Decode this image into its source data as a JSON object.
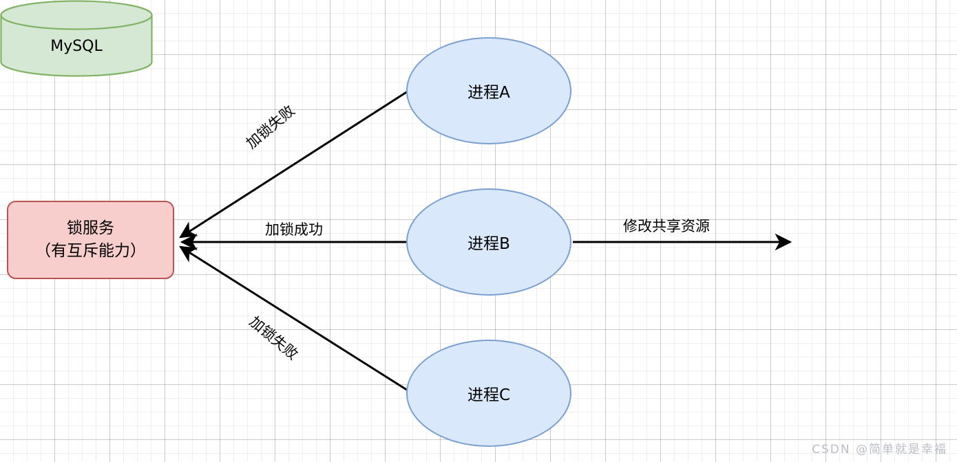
{
  "diagram": {
    "title": "distributed-lock-flow",
    "nodes": {
      "lock_service": {
        "line1": "锁服务",
        "line2": "（有互斥能力）",
        "fill": "#f8cecc",
        "stroke": "#b85450"
      },
      "process_a": {
        "label": "进程A",
        "fill": "#dae8fc",
        "stroke": "#7b9fd0"
      },
      "process_b": {
        "label": "进程B",
        "fill": "#dae8fc",
        "stroke": "#7b9fd0"
      },
      "process_c": {
        "label": "进程C",
        "fill": "#dae8fc",
        "stroke": "#7b9fd0"
      },
      "database": {
        "label": "MySQL",
        "fill": "#d5e8d4",
        "stroke": "#82b366"
      }
    },
    "edges": [
      {
        "id": "a-to-lock",
        "label": "加锁失败",
        "from": "process_a",
        "to": "lock_service"
      },
      {
        "id": "b-to-lock",
        "label": "加锁成功",
        "from": "process_b",
        "to": "lock_service"
      },
      {
        "id": "c-to-lock",
        "label": "加锁失败",
        "from": "process_c",
        "to": "lock_service"
      },
      {
        "id": "b-to-db",
        "label": "修改共享资源",
        "from": "process_b",
        "to": "database"
      }
    ]
  },
  "watermark": {
    "text": "CSDN @简单就是幸福"
  }
}
